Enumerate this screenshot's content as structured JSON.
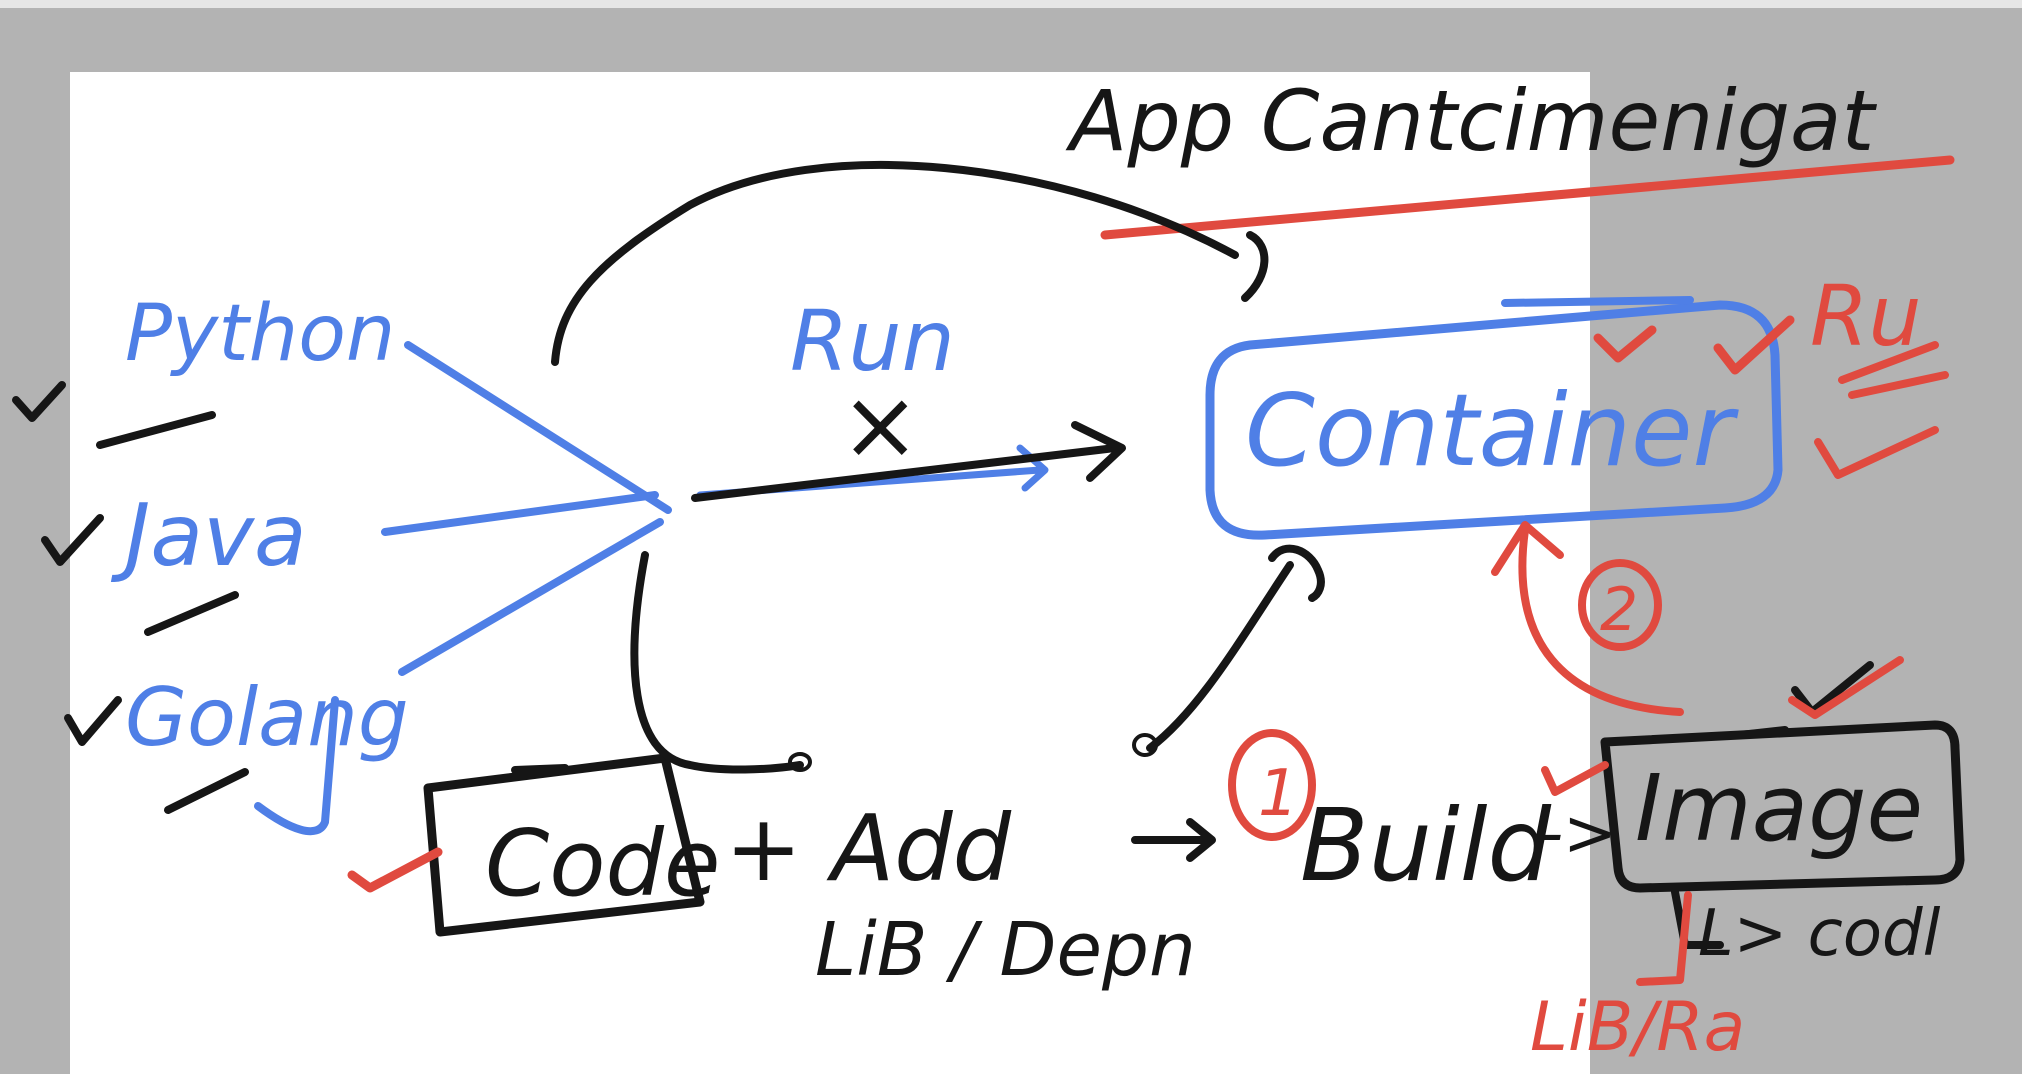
{
  "colors": {
    "blue_ink": "#4f7fe6",
    "black_ink": "#161616",
    "red_ink": "#e04a3f",
    "page_bg": "#ffffff",
    "surround_bg": "#b3b3b3"
  },
  "labels": {
    "title": "App Cantcimenigat",
    "python": "Python",
    "java": "Java",
    "golang": "Golang",
    "run": "Run",
    "cross": "×",
    "container": "Container",
    "code": "Code",
    "add": "+ Add",
    "lib_dep": "LiB / Depn",
    "build": "Build",
    "build_arrow": "->",
    "image": "Image",
    "image_code": "L> codl",
    "image_lib": "LiB/Ra",
    "step1": "1",
    "step2": "2",
    "run_red": "Ru"
  }
}
